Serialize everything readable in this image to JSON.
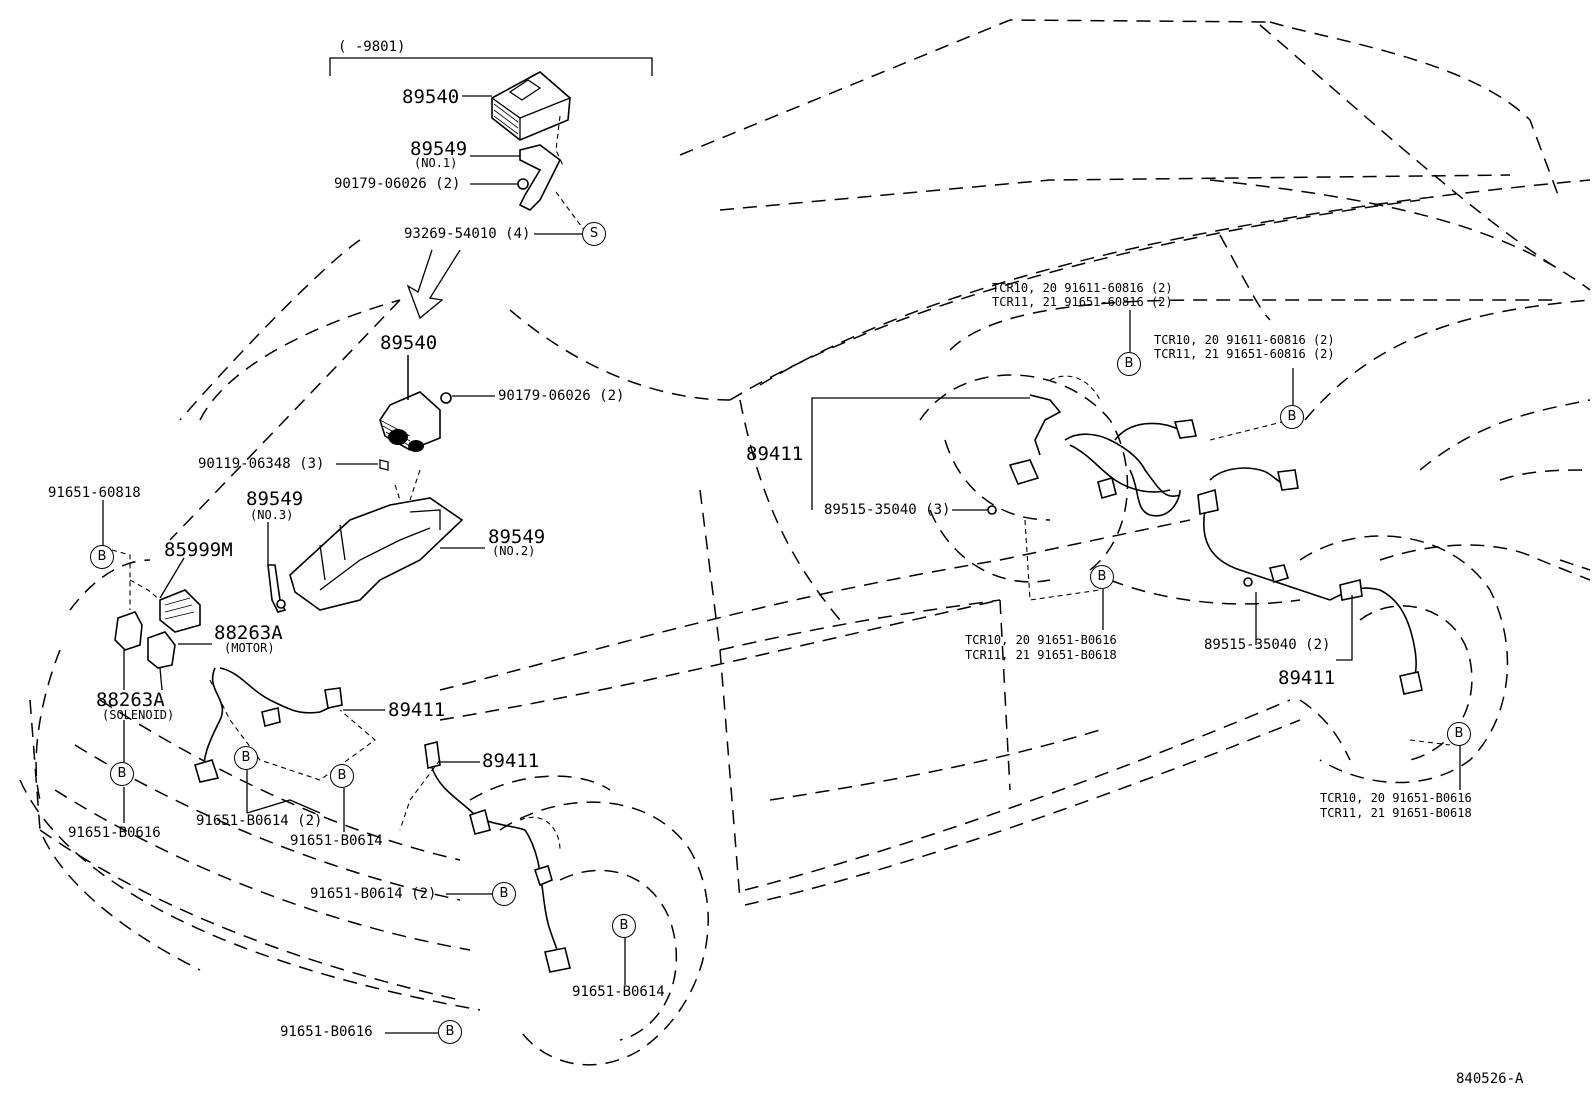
{
  "header": {
    "date_range": "(    -9801)"
  },
  "labels": {
    "ecu_top": "89540",
    "bracket_no1": "89549",
    "bracket_no1_note": "(NO.1)",
    "screw_top": "90179-06026 (2)",
    "bolt_top": "93269-54010 (4)",
    "ecu_mid": "89540",
    "screw_mid": "90179-06026 (2)",
    "bolt_mid": "90119-06348 (3)",
    "bracket_no3": "89549",
    "bracket_no3_note": "(NO.3)",
    "bracket_no2": "89549",
    "bracket_no2_note": "(NO.2)",
    "clip_left_top": "91651-60818",
    "relay": "85999M",
    "relay_motor": "88263A",
    "relay_motor_note": "(MOTOR)",
    "relay_solenoid": "88263A",
    "relay_solenoid_note": "(SOLENOID)",
    "sensor_fl": "89411",
    "sensor_fr": "89411",
    "bolt_bl": "91651-B0616",
    "bolt_b_pair": "91651-B0614 (2)",
    "bolt_b_single": "91651-B0614",
    "bolt_front_mid": "91651-B0614 (2)",
    "bolt_front_wheel": "91651-B0614",
    "bolt_front_bottom": "91651-B0616",
    "sensor_rear_left": "89411",
    "clip_rear_left": "89515-35040 (3)",
    "rear_top_line1": "TCR10, 20  91611-60816 (2)",
    "rear_top_line2": "TCR11, 21  91651-60816 (2)",
    "rear_right_line1": "TCR10, 20  91611-60816 (2)",
    "rear_right_line2": "TCR11, 21  91651-60816 (2)",
    "rear_mid_line1": "TCR10, 20  91651-B0616",
    "rear_mid_line2": "TCR11, 21  91651-B0618",
    "clip_rear_right": "89515-35040 (2)",
    "sensor_rear_right": "89411",
    "rear_br_line1": "TCR10, 20  91651-B0616",
    "rear_br_line2": "TCR11, 21  91651-B0618",
    "diagram_code": "840526-A"
  },
  "callouts": {
    "b": "B",
    "s": "S"
  }
}
